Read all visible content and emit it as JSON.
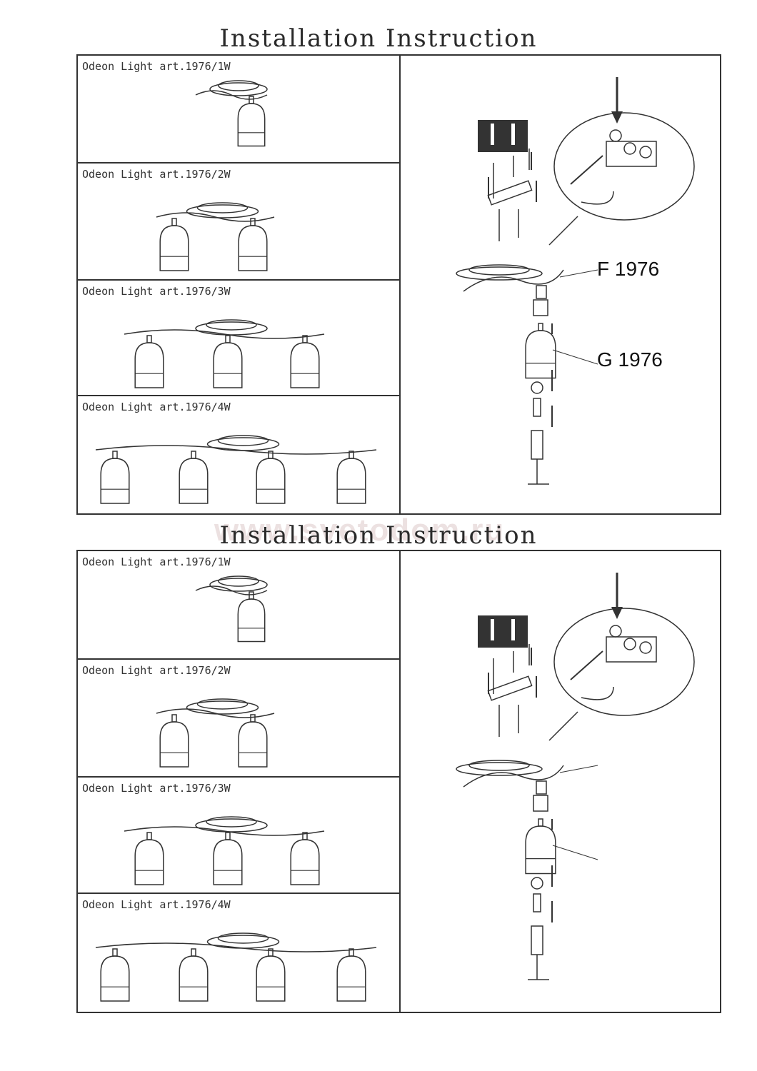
{
  "watermark": "www.svetodom.ru",
  "sections": [
    {
      "title": "Installation Instruction",
      "models": [
        "Odeon Light art.1976/1W",
        "Odeon Light art.1976/2W",
        "Odeon Light art.1976/3W",
        "Odeon Light art.1976/4W"
      ],
      "labels": {
        "base": "F 1976",
        "shade": "G 1976"
      }
    },
    {
      "title": "Installation Instruction",
      "models": [
        "Odeon Light art.1976/1W",
        "Odeon Light art.1976/2W",
        "Odeon Light art.1976/3W",
        "Odeon Light art.1976/4W"
      ]
    }
  ]
}
